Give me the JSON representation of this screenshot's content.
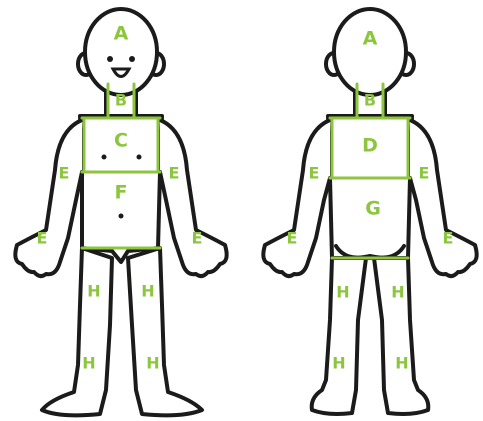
{
  "colors": {
    "outline": "#1b1b1b",
    "zone_line": "#8cc63f",
    "label": "#8cc63f",
    "background": "#ffffff"
  },
  "front_view": {
    "labels": {
      "head": "A",
      "neck": "B",
      "chest": "C",
      "abdomen": "F",
      "left_upper_arm": "E",
      "right_upper_arm": "E",
      "left_lower_arm": "E",
      "right_lower_arm": "E",
      "left_thigh": "H",
      "right_thigh": "H",
      "left_shin": "H",
      "right_shin": "H"
    }
  },
  "back_view": {
    "labels": {
      "head": "A",
      "neck": "B",
      "upper_back": "D",
      "lower_back": "G",
      "left_upper_arm": "E",
      "right_upper_arm": "E",
      "left_lower_arm": "E",
      "right_lower_arm": "E",
      "left_thigh": "H",
      "right_thigh": "H",
      "left_calf": "H",
      "right_calf": "H"
    }
  }
}
